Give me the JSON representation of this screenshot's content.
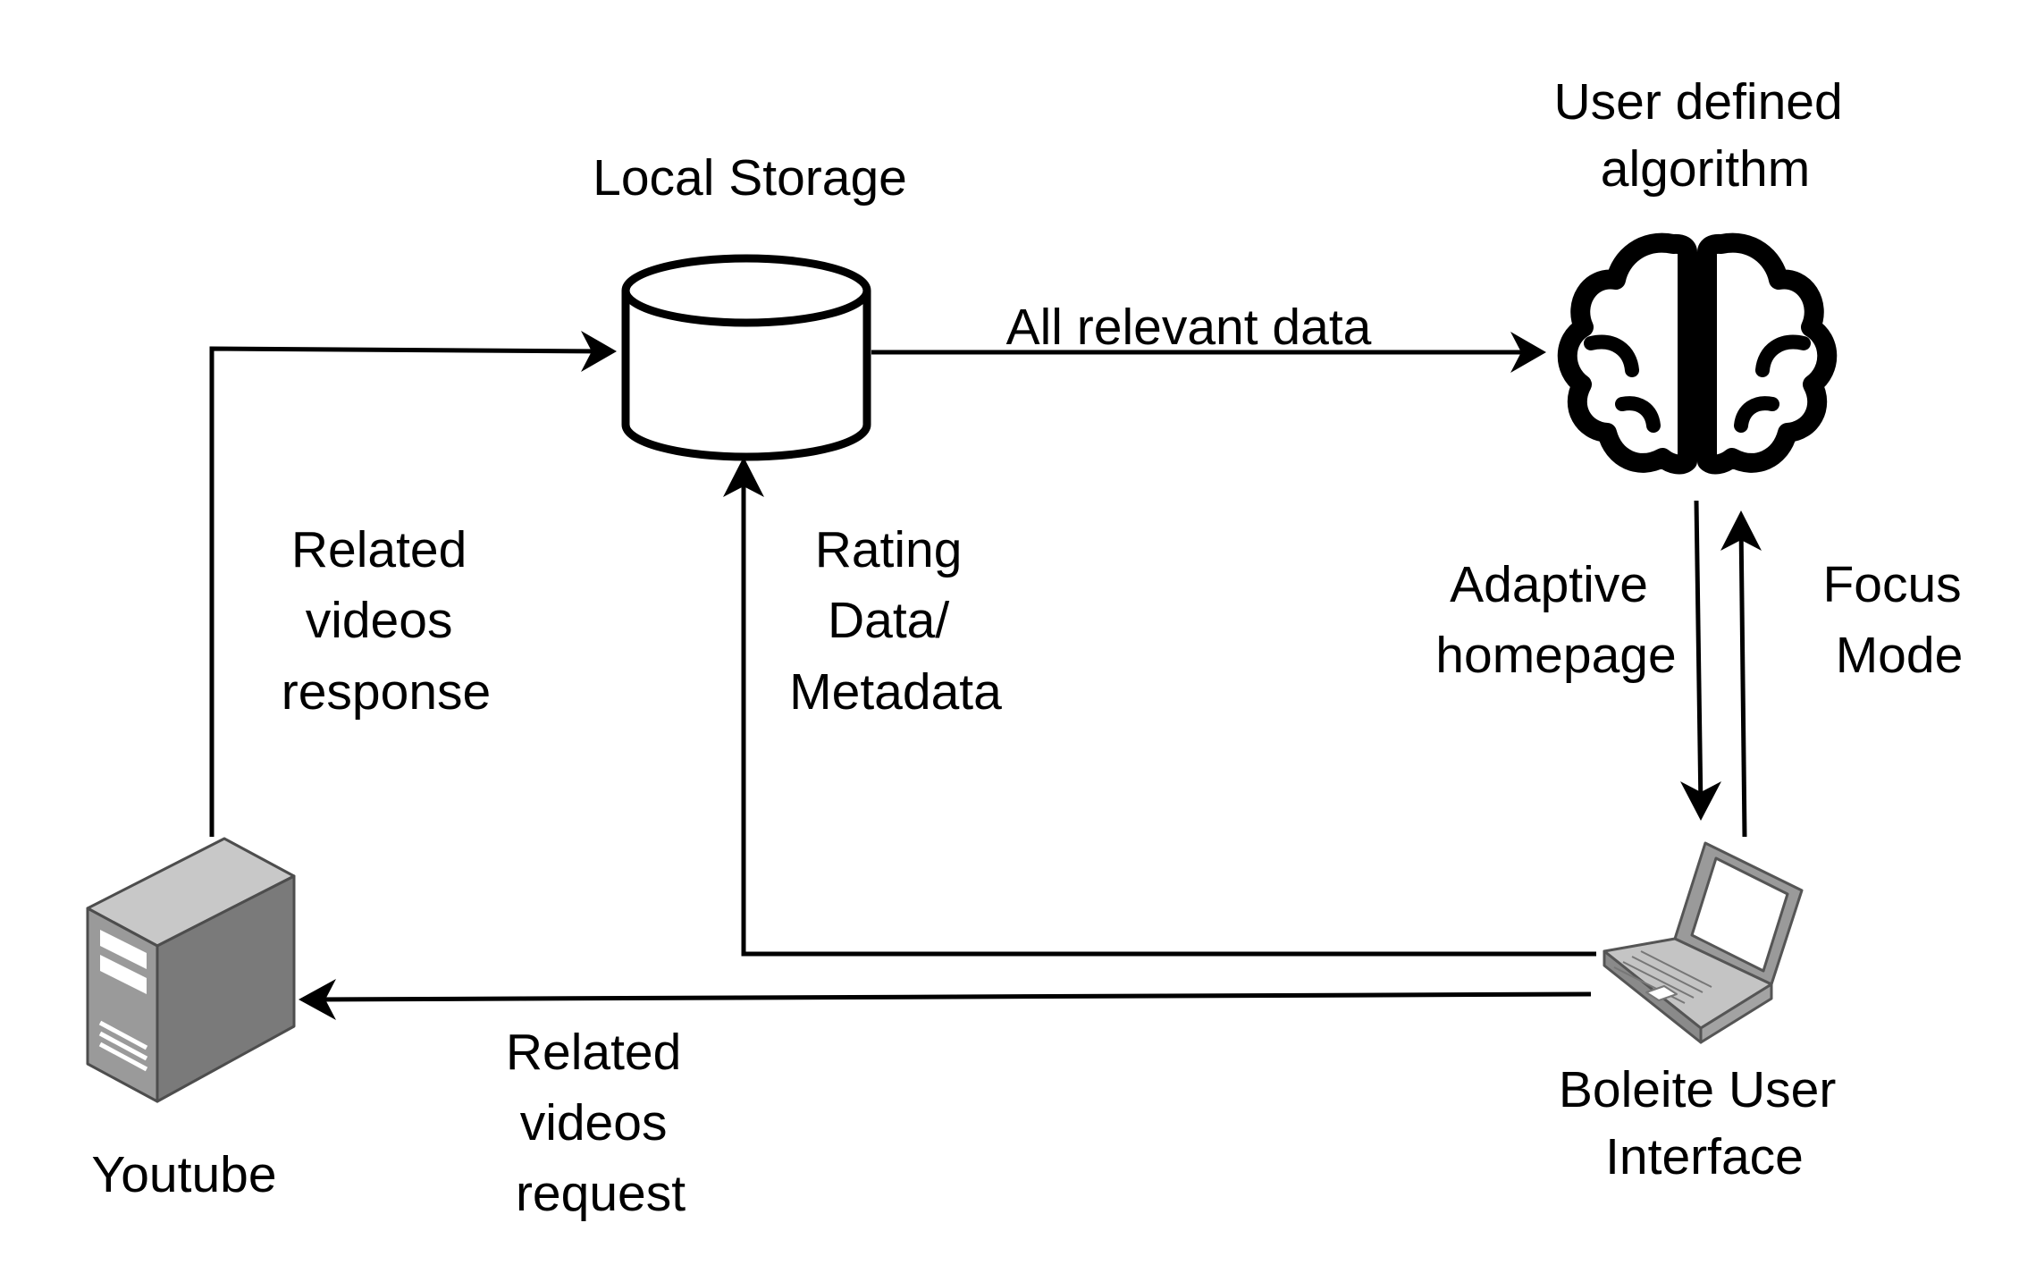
{
  "nodes": {
    "local_storage": {
      "label": "Local Storage",
      "icon": "database-cylinder-icon"
    },
    "algorithm": {
      "label_lines": [
        "User defined",
        "algorithm"
      ],
      "icon": "brain-icon"
    },
    "youtube": {
      "label": "Youtube",
      "icon": "server-tower-icon"
    },
    "ui": {
      "label_lines": [
        "Boleite User",
        "Interface"
      ],
      "icon": "laptop-icon"
    }
  },
  "edges": {
    "all_relevant_data": {
      "from": "local_storage",
      "to": "algorithm",
      "label": "All relevant data"
    },
    "related_videos_response": {
      "from": "youtube",
      "to": "local_storage",
      "label_lines": [
        "Related",
        "videos",
        "response"
      ]
    },
    "rating_metadata": {
      "from": "ui",
      "to": "local_storage",
      "label_lines": [
        "Rating",
        "Data/",
        "Metadata"
      ]
    },
    "adaptive_homepage": {
      "from": "algorithm",
      "to": "ui",
      "label_lines": [
        "Adaptive",
        "homepage"
      ]
    },
    "focus_mode": {
      "from": "ui",
      "to": "algorithm",
      "label_lines": [
        "Focus",
        "Mode"
      ]
    },
    "related_videos_request": {
      "from": "ui",
      "to": "youtube",
      "label_lines": [
        "Related",
        "videos",
        "request"
      ]
    }
  },
  "colors": {
    "line": "#000000",
    "server_front": "#9a9a9a",
    "server_side": "#7a7a7a",
    "laptop_body": "#b3b3b3"
  }
}
